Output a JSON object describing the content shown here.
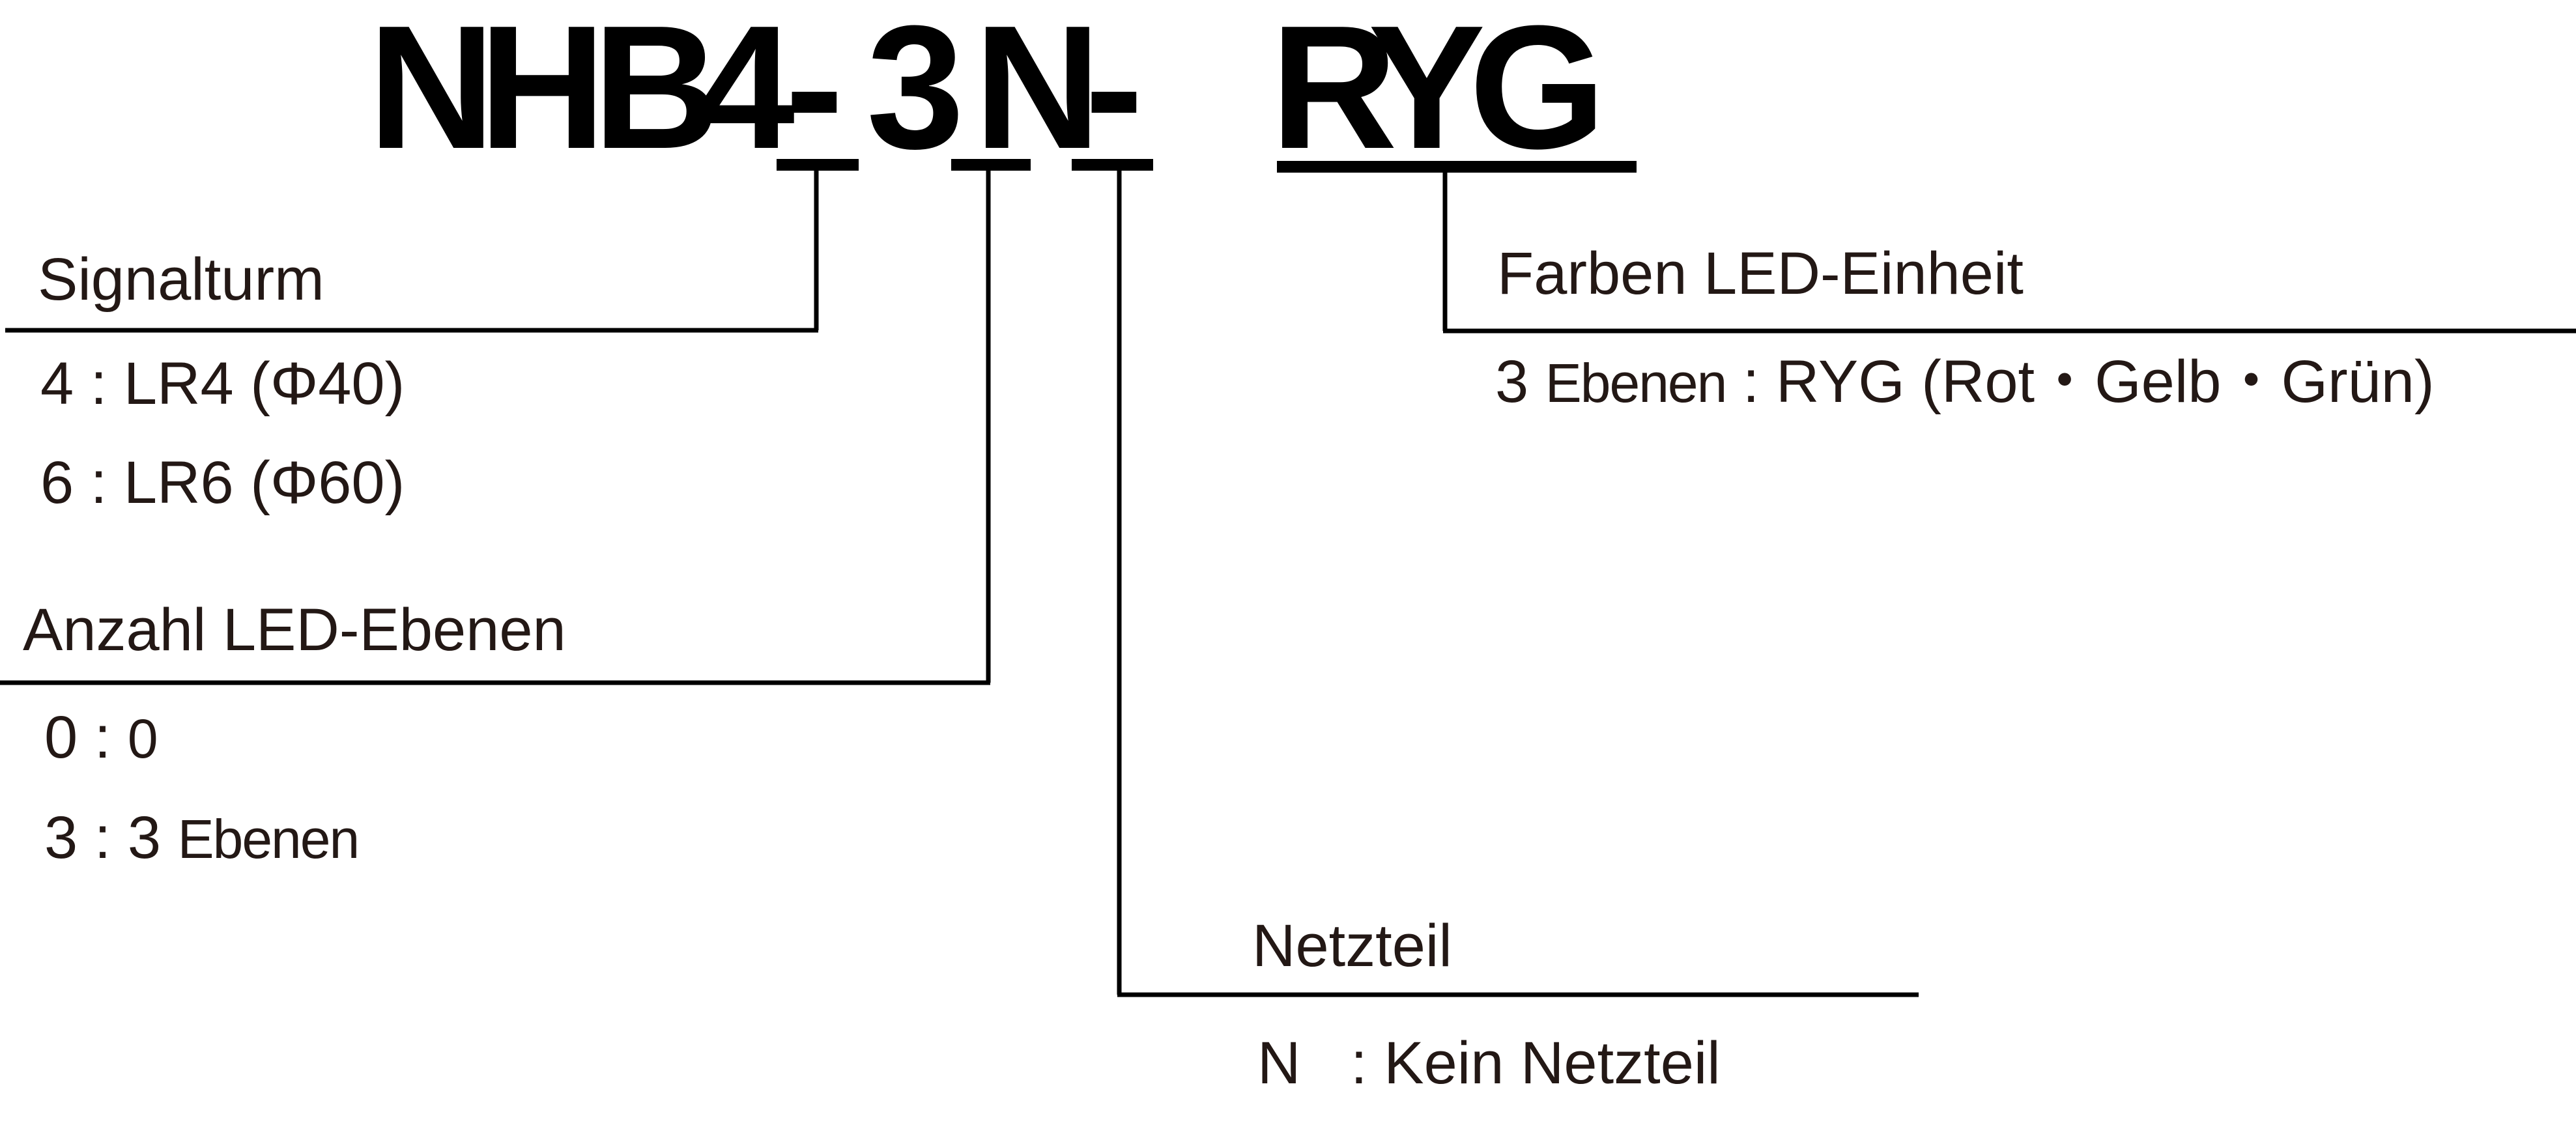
{
  "model_code": {
    "chars": [
      "N",
      "H",
      "B",
      "4",
      "-",
      "3",
      "N",
      "-",
      "R",
      "Y",
      "G"
    ]
  },
  "sections": {
    "signalturm": {
      "title": "Signalturm",
      "options": [
        {
          "code": "4",
          "sep": ":",
          "desc": "LR4 (Φ40)"
        },
        {
          "code": "6",
          "sep": ":",
          "desc": "LR6 (Φ60)"
        }
      ]
    },
    "anzahl": {
      "title": "Anzahl LED-Ebenen",
      "options": [
        {
          "code": "0",
          "sep": ":",
          "desc": "0",
          "suffix": ""
        },
        {
          "code": "3",
          "sep": ":",
          "desc": "3",
          "suffix": "Ebenen"
        }
      ]
    },
    "netzteil": {
      "title": "Netzteil",
      "options": [
        {
          "code": "N",
          "sep": ":",
          "desc": "Kein Netzteil"
        }
      ]
    },
    "farben": {
      "title": "Farben LED-Einheit",
      "options": [
        {
          "code": "3",
          "unit": "Ebenen",
          "sep": ":",
          "desc": "RYG (Rot・Gelb・Grün)"
        }
      ]
    }
  },
  "colors": {
    "text": "#231815",
    "code": "#000000",
    "lines": "#000000"
  }
}
